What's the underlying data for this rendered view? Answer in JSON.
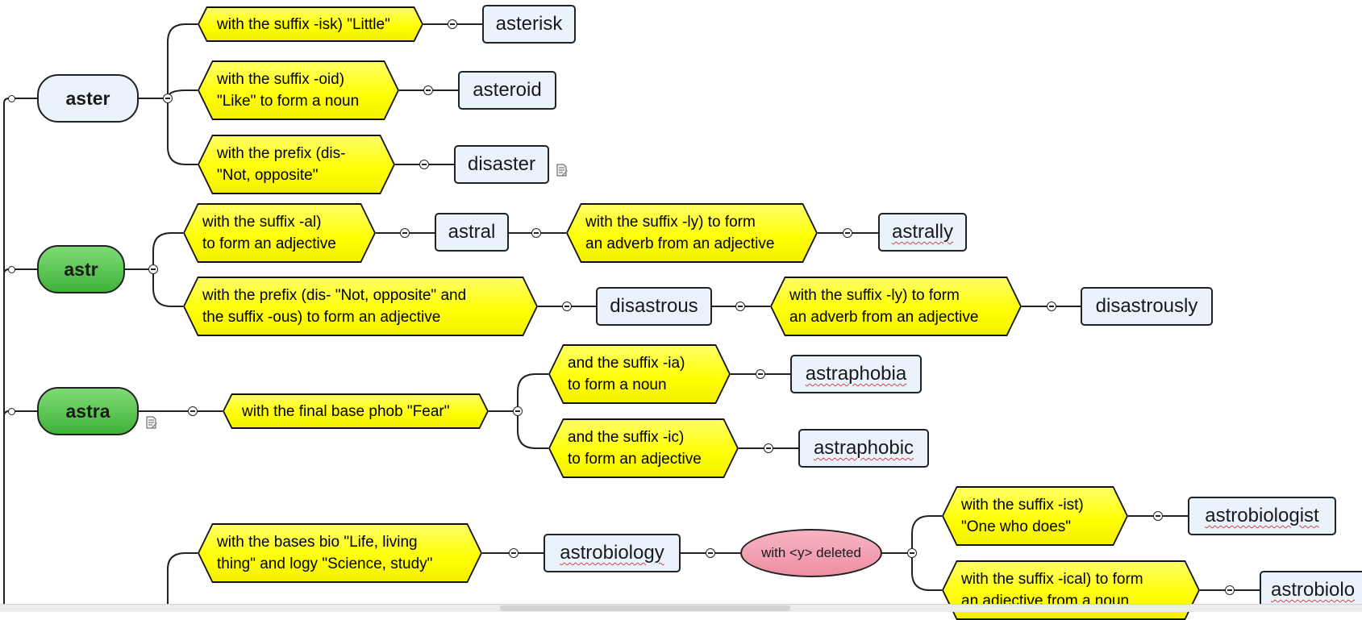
{
  "roots": {
    "aster": "aster",
    "astr": "astr",
    "astra": "astra"
  },
  "branches": {
    "isk": "with the suffix -isk) \"Little\"",
    "oid": "with the suffix -oid)\n\"Like\" to form a noun",
    "dis": "with the prefix (dis-\n\"Not, opposite\"",
    "al": "with the suffix -al)\nto form an adjective",
    "ly1": "with the suffix -ly) to form\nan adverb from an adjective",
    "disous": "with the prefix (dis-   \"Not, opposite\" and\nthe suffix -ous) to form an adjective",
    "ly2": "with the suffix -ly) to form\nan adverb from an adjective",
    "phob": "with the final base phob \"Fear\"",
    "ia": "and the suffix -ia)\nto form a noun",
    "ic": "and the suffix -ic)\nto form an adjective",
    "biology": "with the bases bio \"Life, living\nthing\" and  logy \"Science, study\"",
    "ist": "with the suffix -ist)\n\"One who does\"",
    "ical": "with the suffix -ical) to form\nan adjective from a noun"
  },
  "words": {
    "asterisk": "asterisk",
    "asteroid": "asteroid",
    "disaster": "disaster",
    "astral": "astral",
    "astrally": "astrally",
    "disastrous": "disastrous",
    "disastrously": "disastrously",
    "astraphobia": "astraphobia",
    "astraphobic": "astraphobic",
    "astrobiology": "astrobiology",
    "astrobiologist": "astrobiologist",
    "astrobiological": "astrobiolo"
  },
  "operation": {
    "y_deleted": "with <y> deleted"
  },
  "icons": [
    "collapse-toggle-icon",
    "note-icon",
    "connector-dot-icon"
  ],
  "colors": {
    "branch_fill": "#ffff00",
    "word_fill": "#eaf3fb",
    "root_green": "#4cbb45",
    "operation_fill": "#f0a0b2",
    "line": "#222222"
  }
}
